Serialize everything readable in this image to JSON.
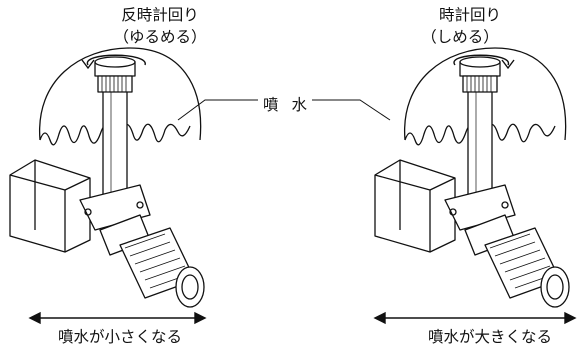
{
  "labels": {
    "left_rotation": "反時計回り",
    "left_rotation_sub": "（ゆるめる）",
    "right_rotation": "時計回り",
    "right_rotation_sub": "（しめる）",
    "fountain": "噴 水",
    "flow_smaller": "噴水が小さくなる",
    "flow_larger": "噴水が大きくなる"
  },
  "icons": [
    "rotation-arrow-ccw-icon",
    "rotation-arrow-cw-icon",
    "double-arrow-icon"
  ]
}
